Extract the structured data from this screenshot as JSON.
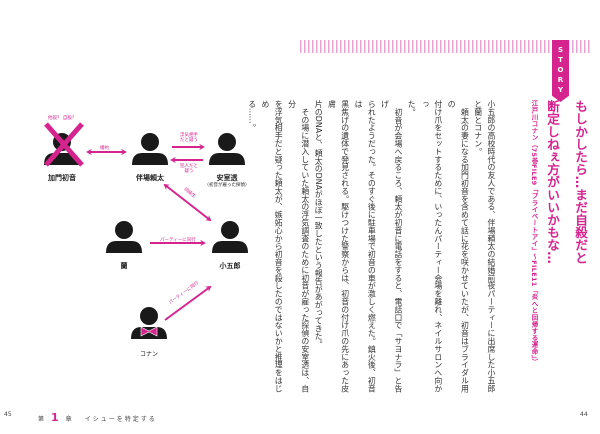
{
  "left_page": {
    "page_number": "45",
    "chapter_prefix": "第",
    "chapter_number": "1",
    "chapter_suffix": "章",
    "chapter_title": "イシューを特定する",
    "diagram": {
      "nodes": {
        "hatsune": "加門初音",
        "raita": "伴場頼太",
        "amuro": "安室透",
        "amuro_note": "（初音が雇った探偵）",
        "ran": "蘭",
        "kogoro": "小五郎",
        "conan": "コナン"
      },
      "edges": {
        "dead_note": "他殺？ 自殺？",
        "engaged": "婚約",
        "suspect_lover": "浮気相手だと疑う",
        "suspect_culprit": "犯人だと疑う",
        "classmate": "同級生",
        "party1": "パーティーに同行",
        "party2": "パーティーに同行"
      }
    }
  },
  "right_page": {
    "page_number": "44",
    "tab": "STORY",
    "title_lines": [
      "もしかしたら…まだ自殺だと",
      "断定しねぇ方がいいかもな…"
    ],
    "subtitle": "江戸川コナン（75巻FILE9「プライベートアイ」〜FILE11「炎へと回帰する運命」）",
    "body_lines": [
      "小五郎の高校時代の友人である、伴場頼太の結婚前夜パーティーに出席した小五郎",
      "と蘭とコナン。",
      "　頼太の妻になる加門初音を含めて話に花を咲かせていたが、初音はブライダル用の",
      "付け爪をセットするために、いったんパーティー会場を離れ、ネイルサロンへ向かっ",
      "た。",
      "　初音が会場へ戻るころ、頼太が初音に電話をすると、電話口で「サヨナラ」と告げ",
      "られたようだった。そのすぐ後に駐車場で初音の車が激しく燃えた。鎮火後、初音は",
      "黒焦げの遺体で発見される。駆けつけた警察からは、初音の付け爪の先にあった皮膚",
      "片のDNAと、頼太のDNAがほぼ一致したという報告があがってきた。",
      "　その場に潜入していた頼太の浮気調査のために初音が雇った探偵の安室透は、自分",
      "を浮気相手だと疑った頼太が、嫉妬心から初音を殺したのではないかと推理をはじめ",
      "る……。"
    ]
  },
  "colors": {
    "accent": "#d6248f",
    "silhouette": "#1a1a1a"
  }
}
